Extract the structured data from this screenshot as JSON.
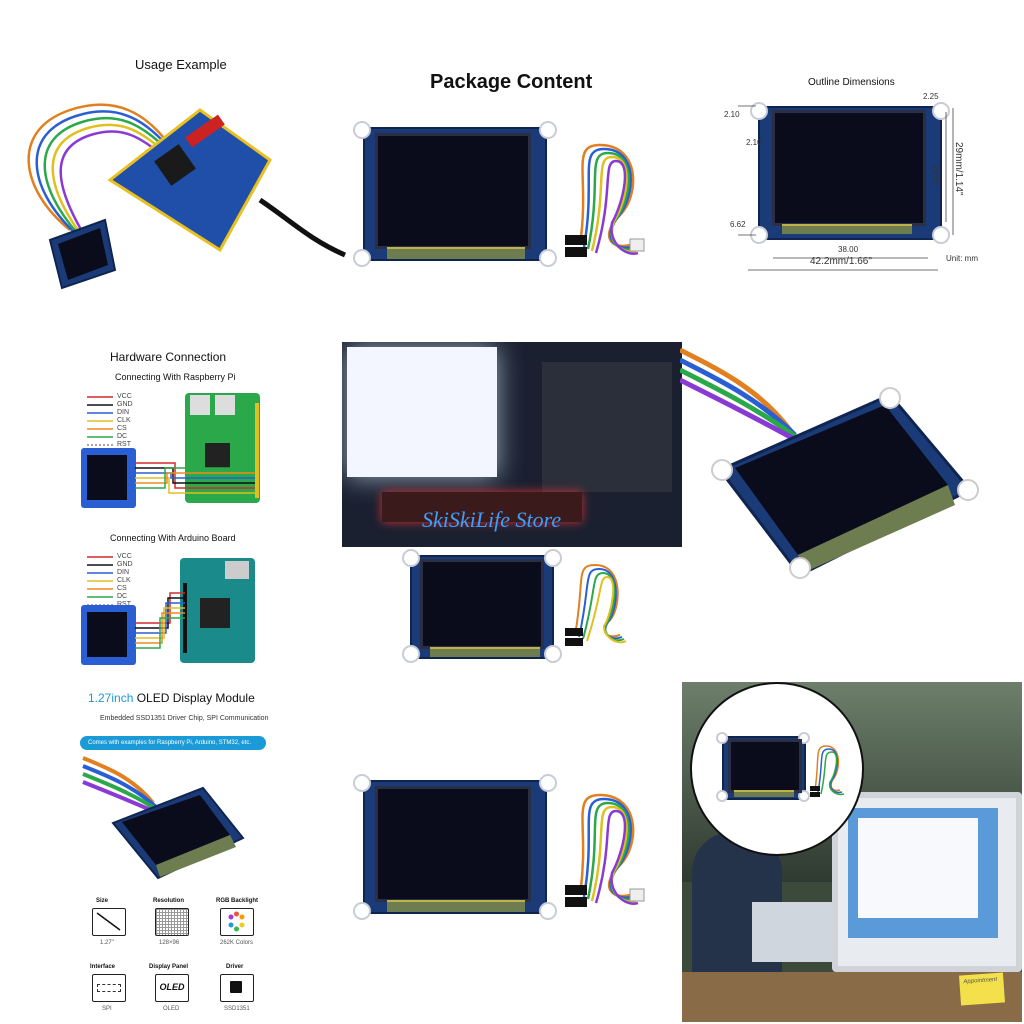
{
  "panels": {
    "usage": {
      "title": "Usage Example"
    },
    "package": {
      "title": "Package Content"
    },
    "outline": {
      "title": "Outline Dimensions",
      "dims": {
        "d225": "2.25",
        "d210a": "2.10",
        "d210b": "2.10",
        "d662": "6.62",
        "d3800": "38.00",
        "width": "42.2mm/1.66\"",
        "d2480": "24.80",
        "height": "29mm/1.14\"",
        "unit": "Unit: mm"
      }
    },
    "hardware": {
      "title": "Hardware Connection",
      "pi_title": "Connecting With Raspberry Pi",
      "arduino_title": "Connecting With Arduino Board",
      "pins": [
        "VCC",
        "GND",
        "DIN",
        "CLK",
        "CS",
        "DC",
        "RST"
      ],
      "pin_colors": [
        "#d42a2a",
        "#111111",
        "#2a5fd4",
        "#e0c020",
        "#f08a20",
        "#2aa84a",
        "#ffffff"
      ]
    },
    "lifestyle": {
      "watermark": "SkiSkiLife Store"
    },
    "module": {
      "title_accent": "1.27inch",
      "title_rest": " OLED Display Module",
      "subtitle": "Embedded SSD1351 Driver Chip, SPI Communication",
      "banner": "Comes with examples for Raspberry Pi, Arduino, STM32, etc.",
      "features": [
        {
          "label": "Size",
          "value": "1.27\"",
          "icon": "diagonal-line-icon"
        },
        {
          "label": "Resolution",
          "value": "128×96",
          "icon": "pixel-grid-icon"
        },
        {
          "label": "RGB Backlight",
          "value": "262K Colors",
          "icon": "color-wheel-icon"
        },
        {
          "label": "Interface",
          "value": "SPI",
          "icon": "connector-icon"
        },
        {
          "label": "Display Panel",
          "value": "OLED",
          "icon": "oled-text-icon"
        },
        {
          "label": "Driver",
          "value": "SSD1351",
          "icon": "chip-icon"
        }
      ]
    },
    "desk": {
      "note": "Appointment"
    }
  }
}
